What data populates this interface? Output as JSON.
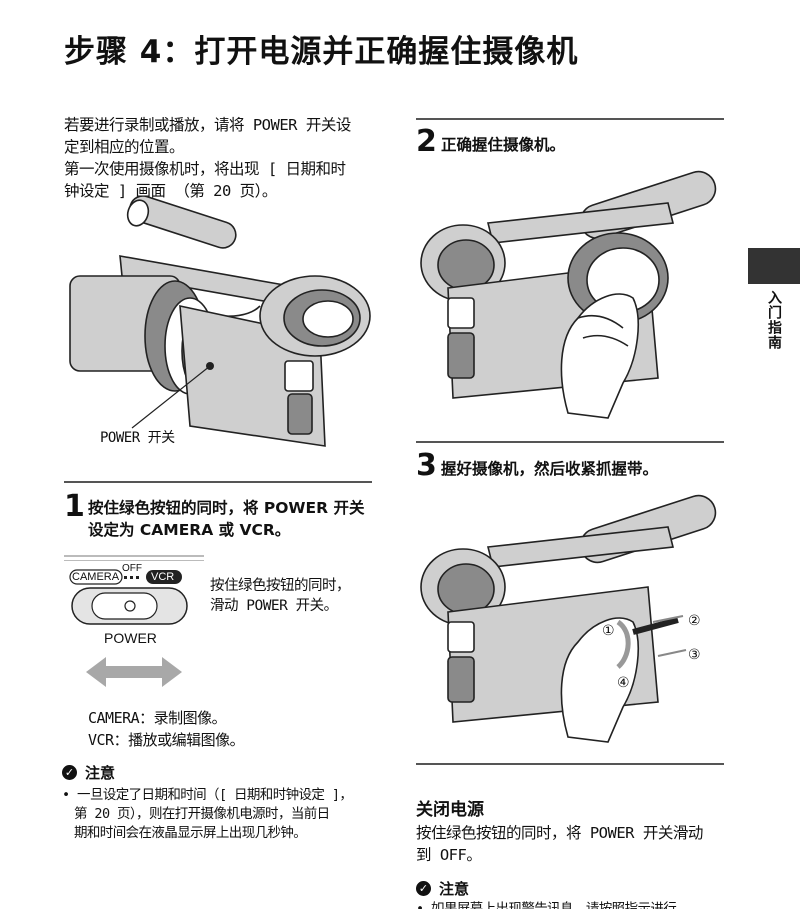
{
  "page_title": "步骤 4：打开电源并正确握住摄像机",
  "intro": {
    "line1": "若要进行录制或播放，请将 POWER 开关设",
    "line2": "定到相应的位置。",
    "line3": "第一次使用摄像机时，将出现 [ 日期和时",
    "line4": "钟设定 ] 画面 （第 20 页）。"
  },
  "figure_power_label": "POWER 开关",
  "step1": {
    "number": "1",
    "line1": "按住绿色按钮的同时，将 POWER 开关",
    "line2": "设定为 CAMERA 或 VCR。"
  },
  "switch": {
    "camera_label": "CAMERA",
    "off_label": "OFF",
    "vcr_label": "VCR",
    "power_label": "POWER",
    "caption_line1": "按住绿色按钮的同时，",
    "caption_line2": "滑动 POWER 开关。"
  },
  "modes": {
    "camera": "CAMERA：录制图像。",
    "vcr": "VCR：播放或编辑图像。"
  },
  "note1": {
    "title": "注意",
    "line1": "• 一旦设定了日期和时间（[ 日期和时钟设定 ]，",
    "line2": "第 20 页），则在打开摄像机电源时，当前日",
    "line3": "期和时间会在液晶显示屏上出现几秒钟。"
  },
  "step2": {
    "number": "2",
    "text": "正确握住摄像机。"
  },
  "step3": {
    "number": "3",
    "text": "握好摄像机，然后收紧抓握带。"
  },
  "strap_markers": [
    "①",
    "②",
    "③",
    "④"
  ],
  "power_off": {
    "heading": "关闭电源",
    "line1": "按住绿色按钮的同时，将 POWER 开关滑动",
    "line2": "到 OFF。"
  },
  "note2": {
    "title": "注意",
    "line1": "• 如果屏幕上出现警告讯息，请按照指示进行"
  },
  "side_tab_label": "入门指南",
  "icons": [
    "caution-icon",
    "double-arrow-icon"
  ]
}
